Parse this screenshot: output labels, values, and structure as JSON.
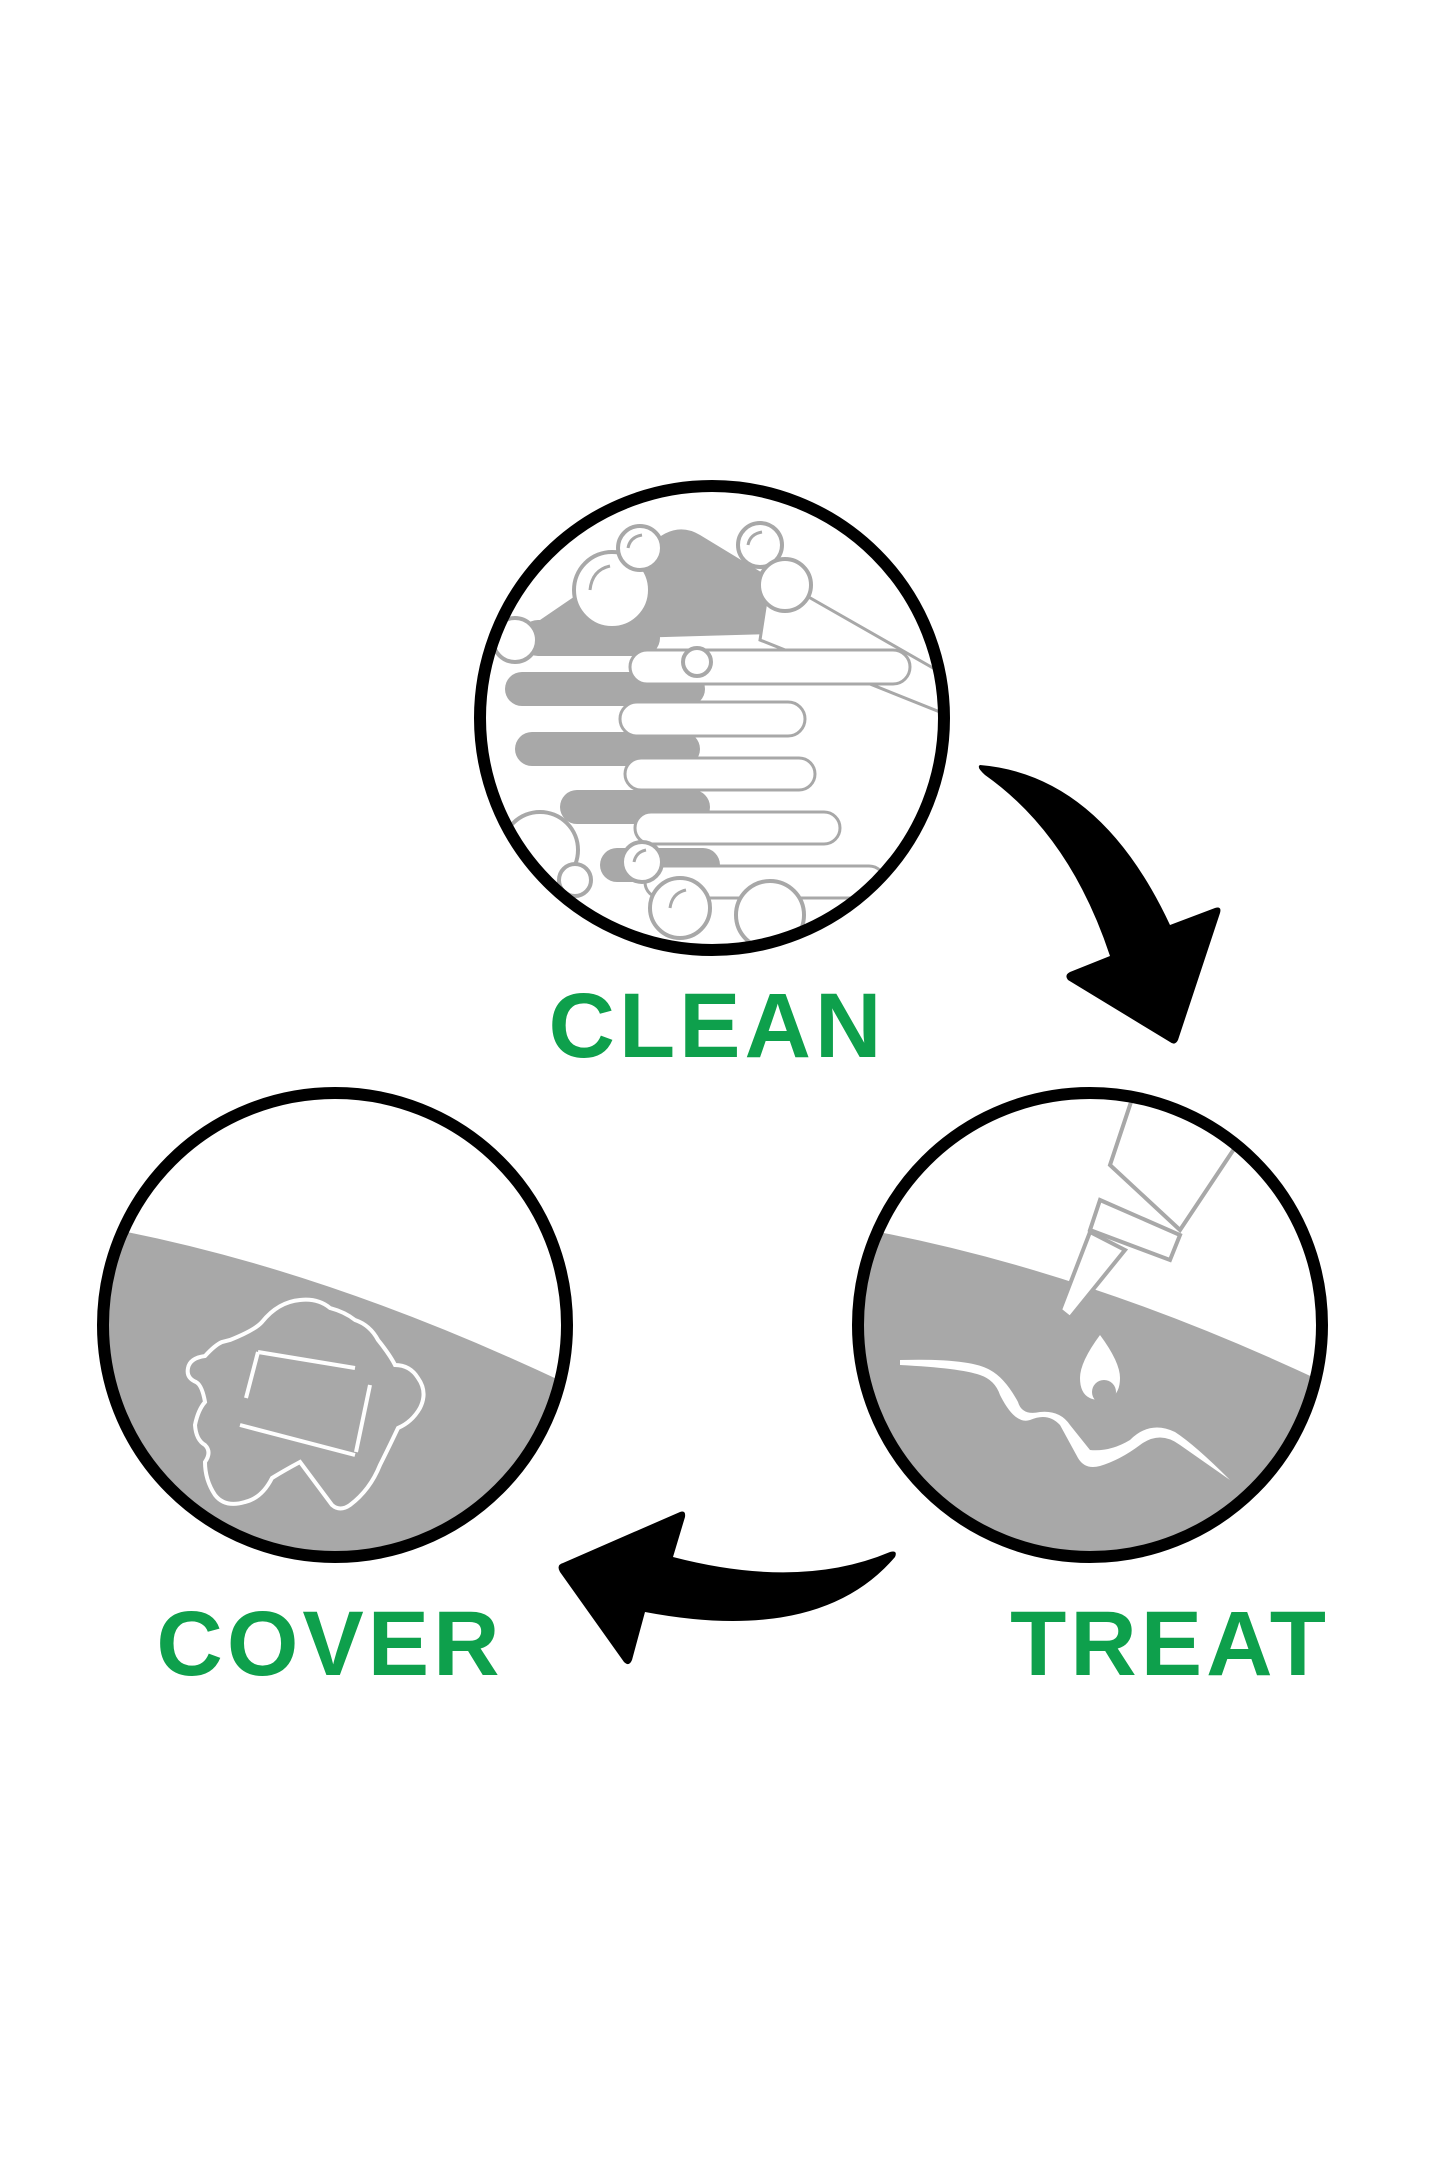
{
  "colors": {
    "label_green": "#0ea04c",
    "outline": "#000000",
    "skin_gray": "#a8a8a8",
    "background": "#ffffff"
  },
  "steps": [
    {
      "label": "CLEAN",
      "icon": "washing-hands-icon"
    },
    {
      "label": "TREAT",
      "icon": "ointment-tube-on-wound-icon"
    },
    {
      "label": "COVER",
      "icon": "bandage-on-skin-icon"
    }
  ],
  "flow": [
    "CLEAN",
    "TREAT",
    "COVER"
  ]
}
